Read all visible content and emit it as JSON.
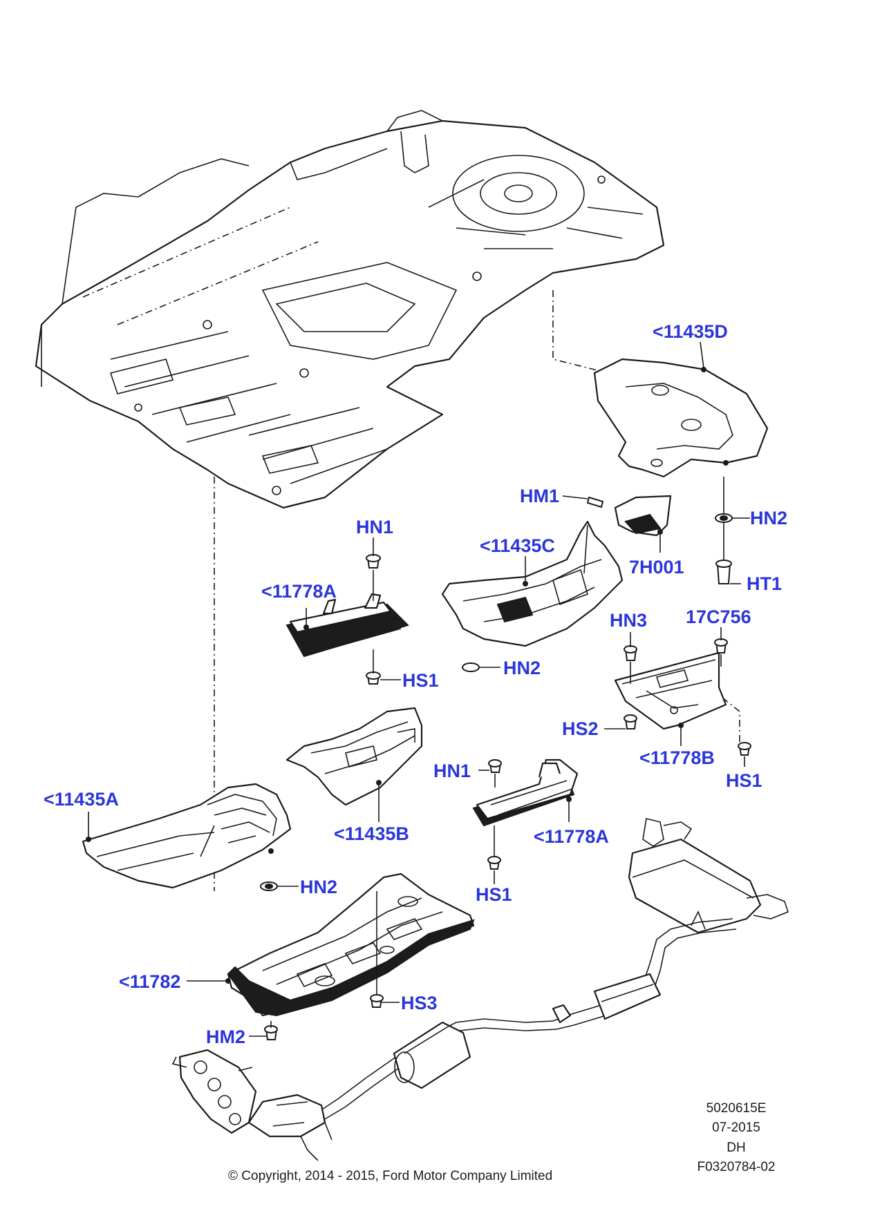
{
  "callouts": [
    {
      "id": "c-11435d",
      "text": "<11435D"
    },
    {
      "id": "c-hm1",
      "text": "HM1"
    },
    {
      "id": "c-hn2-right",
      "text": "HN2"
    },
    {
      "id": "c-hn1-left",
      "text": "HN1"
    },
    {
      "id": "c-11435c",
      "text": "<11435C"
    },
    {
      "id": "c-7h001",
      "text": "7H001"
    },
    {
      "id": "c-ht1",
      "text": "HT1"
    },
    {
      "id": "c-11778a-left",
      "text": "<11778A"
    },
    {
      "id": "c-hn3",
      "text": "HN3"
    },
    {
      "id": "c-17c756",
      "text": "17C756"
    },
    {
      "id": "c-hs1-left",
      "text": "HS1"
    },
    {
      "id": "c-hn2-mid",
      "text": "HN2"
    },
    {
      "id": "c-hs2",
      "text": "HS2"
    },
    {
      "id": "c-11778b",
      "text": "<11778B"
    },
    {
      "id": "c-hs1-right",
      "text": "HS1"
    },
    {
      "id": "c-hn1-mid",
      "text": "HN1"
    },
    {
      "id": "c-11435a",
      "text": "<11435A"
    },
    {
      "id": "c-11435b",
      "text": "<11435B"
    },
    {
      "id": "c-11778a-mid",
      "text": "<11778A"
    },
    {
      "id": "c-hs1-mid",
      "text": "HS1"
    },
    {
      "id": "c-hn2-left",
      "text": "HN2"
    },
    {
      "id": "c-11782",
      "text": "<11782"
    },
    {
      "id": "c-hs3",
      "text": "HS3"
    },
    {
      "id": "c-hm2",
      "text": "HM2"
    }
  ],
  "reference": {
    "number": "5020615E",
    "date": "07-2015",
    "author": "DH",
    "code": "F0320784-02"
  },
  "copyright": "© Copyright, 2014 - 2015, Ford Motor Company Limited",
  "colors": {
    "callout": "#2b36d9",
    "line": "#1a1a1a"
  }
}
